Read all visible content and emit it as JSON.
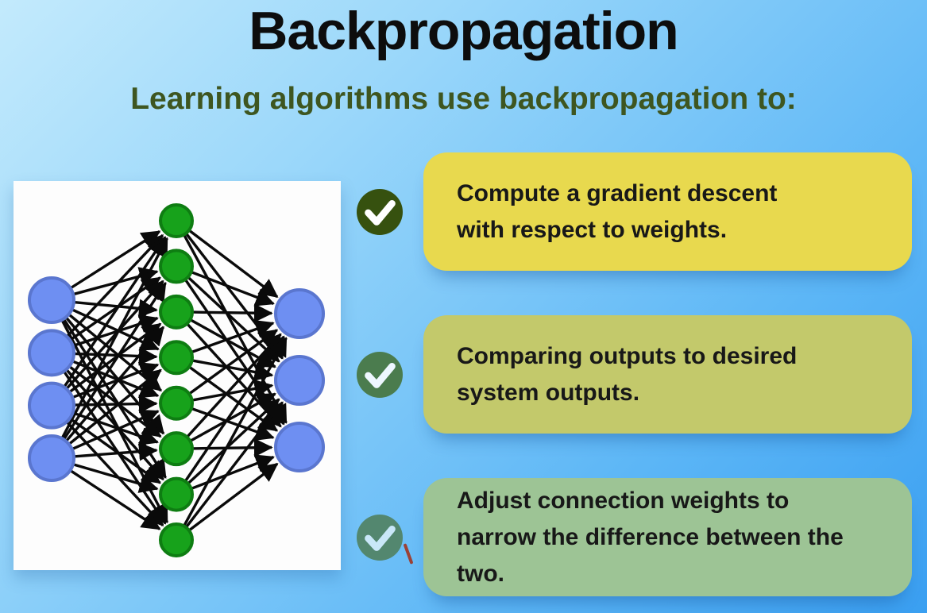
{
  "page": {
    "title": "Backpropagation",
    "subtitle": "Learning algorithms use backpropagation to:"
  },
  "colors": {
    "background_top_left": "#c3eafc",
    "background_bottom_right": "#3a9ff1",
    "title_text": "#0d0d0d",
    "subtitle_text": "#3e5620",
    "panel_background": "#fdfdfd",
    "connection_arrow": "#0a0a0a"
  },
  "diagram": {
    "layers": [
      {
        "name": "input",
        "count": 4,
        "fill": "#6e8ff2",
        "stroke": "#5a76cf"
      },
      {
        "name": "hidden",
        "count": 8,
        "fill": "#17a21b",
        "stroke": "#0e7d12"
      },
      {
        "name": "output",
        "count": 3,
        "fill": "#6e8ff2",
        "stroke": "#5a76cf"
      }
    ]
  },
  "points": [
    {
      "text": "Compute a gradient descent with respect to weights.",
      "lines": [
        "Compute a gradient descent",
        "with respect to weights."
      ],
      "box_color": "#e8d94e",
      "check_bg": "#36510f",
      "check_color": "#ffffff"
    },
    {
      "text": "Comparing outputs to desired system outputs.",
      "lines": [
        "Comparing outputs to desired",
        "system outputs."
      ],
      "box_color": "#c3c96b",
      "check_bg": "#4b7c4e",
      "check_color": "#eef7ff"
    },
    {
      "text": "Adjust connection weights to narrow the difference between the two.",
      "lines": [
        "Adjust connection weights to",
        "narrow the difference between the",
        "two."
      ],
      "box_color": "#9dc495",
      "check_bg": "#53876f",
      "check_color": "#c9e7f8"
    }
  ]
}
